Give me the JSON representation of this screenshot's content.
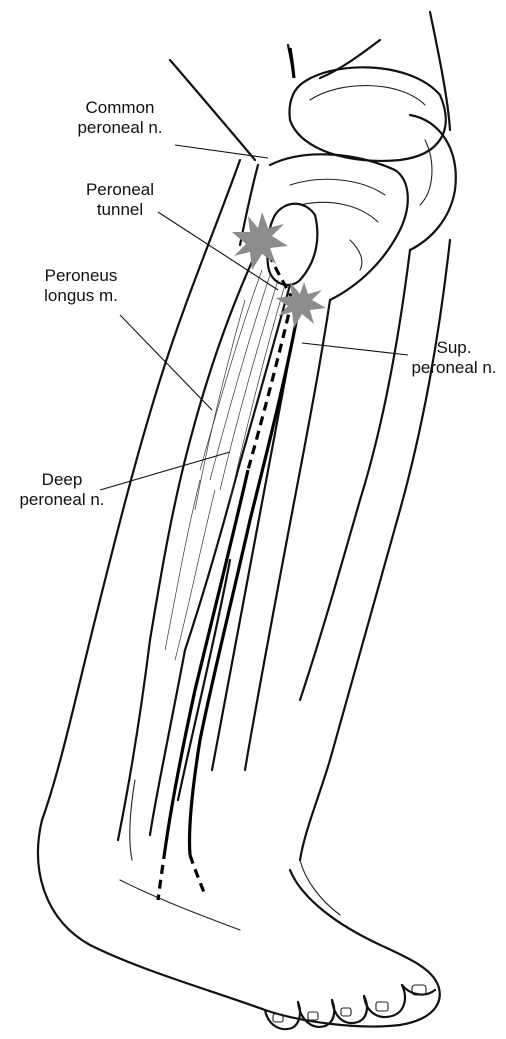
{
  "labels": {
    "common_peroneal": [
      "Common",
      "peroneal n."
    ],
    "peroneal_tunnel": [
      "Peroneal",
      "tunnel"
    ],
    "peroneus_longus": [
      "Peroneus",
      "longus m."
    ],
    "sup_peroneal": [
      "Sup.",
      "peroneal n."
    ],
    "deep_peroneal": [
      "Deep",
      "peroneal n."
    ]
  },
  "colors": {
    "line": "#111111",
    "highlight": "#8c8c8c",
    "background": "#ffffff"
  }
}
